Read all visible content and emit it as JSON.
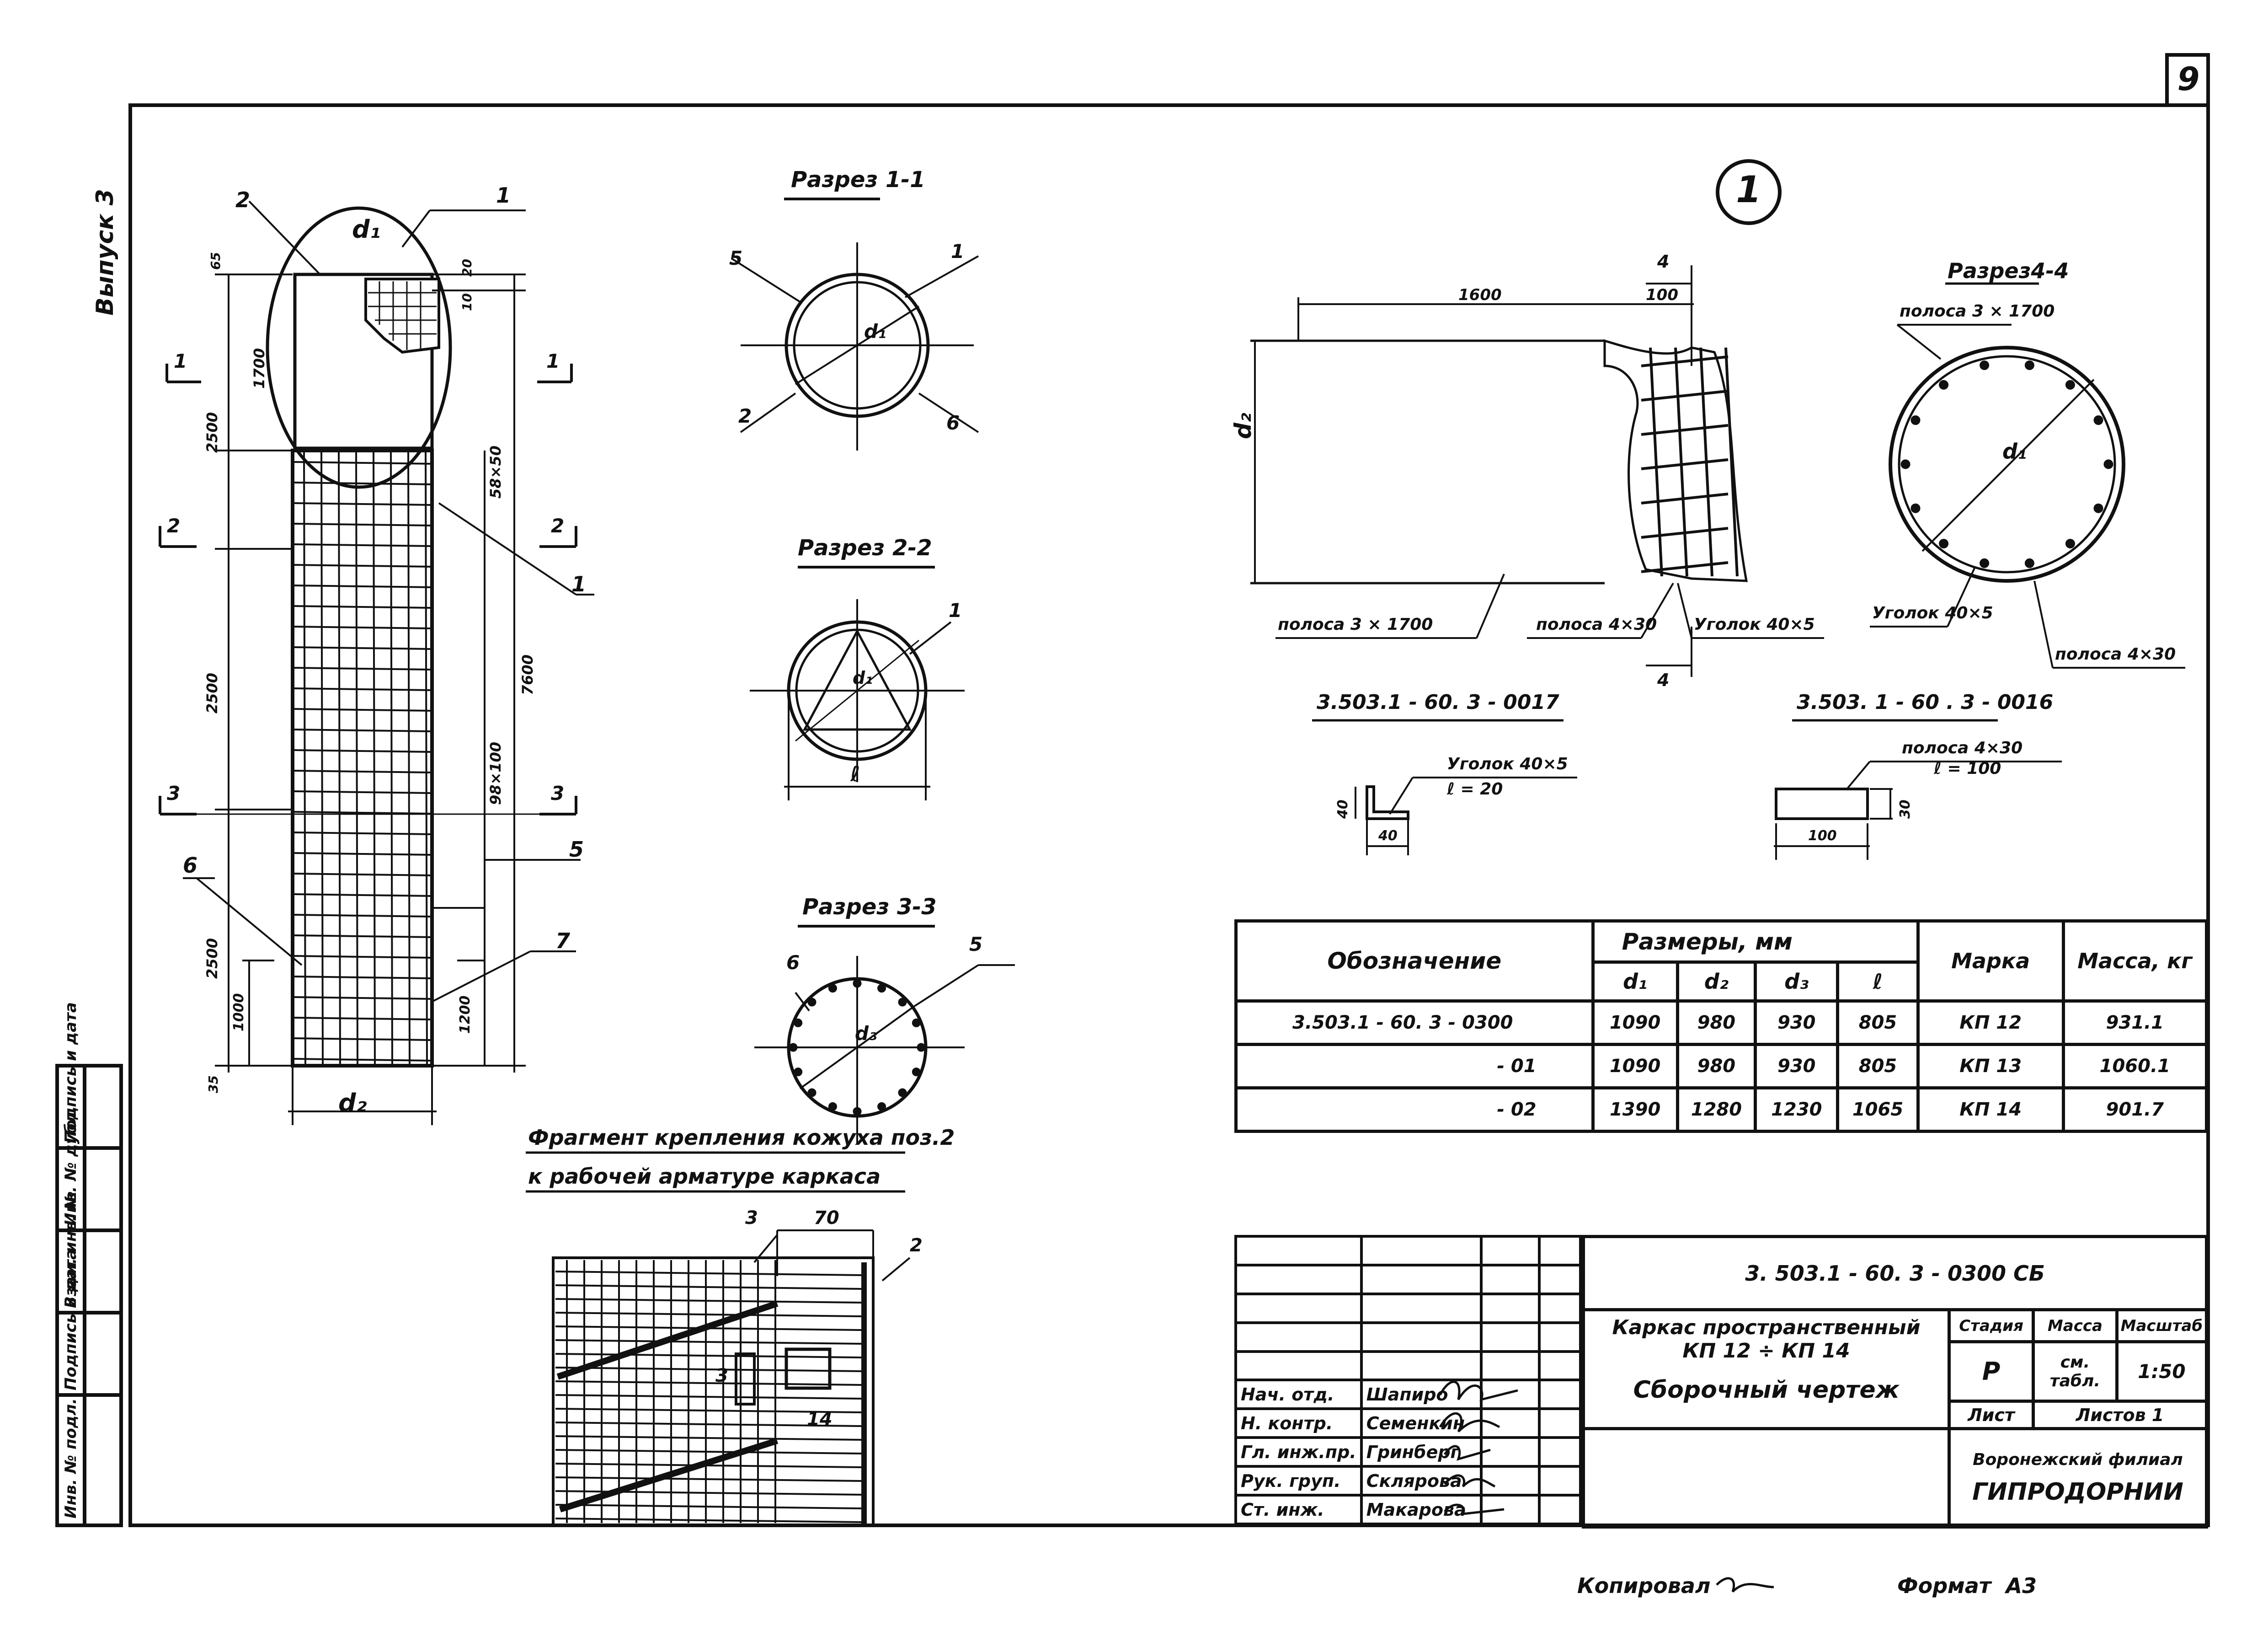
{
  "sheet": {
    "number": "9",
    "series_label": "Выпуск 3",
    "copied_by": "Копировал",
    "format_label": "Формат  А3",
    "node_marker": "1"
  },
  "side_stamp": [
    "Инв. № подл.",
    "Подпись и дата",
    "Взам. инв. №",
    "Инв. № дубл.",
    "Подпись и дата"
  ],
  "views": {
    "main": {
      "dims": [
        "1700",
        "2500",
        "2500",
        "2500",
        "1000",
        "7600",
        "58×50",
        "98×100",
        "1200",
        "35",
        "65",
        "20",
        "10"
      ],
      "diameter_labels": [
        "d₁",
        "d₂"
      ],
      "positions": [
        "1",
        "2",
        "1",
        "5",
        "6",
        "7"
      ],
      "section_marks": [
        "1",
        "1",
        "2",
        "2",
        "3",
        "3"
      ]
    },
    "section_1_1": {
      "title": "Разрез 1-1",
      "label": "d₁",
      "positions": [
        "5",
        "1",
        "2",
        "6"
      ]
    },
    "section_2_2": {
      "title": "Разрез 2-2",
      "label": "d₁",
      "ell": "ℓ",
      "positions": [
        "1"
      ]
    },
    "section_3_3": {
      "title": "Разрез 3-3",
      "label": "d₃",
      "positions": [
        "6",
        "5"
      ]
    },
    "fragment": {
      "title_line1": "Фрагмент крепления кожуха поз.2",
      "title_line2": "к рабочей арматуре каркаса",
      "dim": "70",
      "positions": [
        "3",
        "2",
        "3",
        "14"
      ]
    },
    "node": {
      "dims": [
        "1600",
        "100",
        "4",
        "4"
      ],
      "label": "d₂",
      "callouts": [
        "полоса  3 × 1700",
        "полоса 4×30",
        "Уголок 40×5"
      ]
    },
    "section_4_4": {
      "title": "Разрез4-4",
      "strip_top": "полоса  3 × 1700",
      "label": "d₁",
      "angle": "Уголок 40×5",
      "strip_bottom": "полоса 4×30"
    },
    "detail_0017": {
      "code": "3.503.1 - 60. 3 - 0017",
      "callout": "Уголок 40×5",
      "length": "ℓ = 20",
      "dim_h": "40",
      "dim_w": "40"
    },
    "detail_0016": {
      "code": "3.503. 1 - 60 . 3 - 0016",
      "callout": "полоса  4×30",
      "length": "ℓ = 100",
      "dim_h": "30",
      "dim_w": "100"
    }
  },
  "spec_table": {
    "header": {
      "designation": "Обозначение",
      "sizes": "Размеры,  мм",
      "mark": "Марка",
      "mass": "Масса, кг"
    },
    "sub": [
      "d₁",
      "d₂",
      "d₃",
      "ℓ"
    ],
    "rows": [
      {
        "code": "3.503.1 - 60. 3 - 0300",
        "d1": "1090",
        "d2": "980",
        "d3": "930",
        "l": "805",
        "mark": "КП 12",
        "mass": "931.1"
      },
      {
        "code": "- 01",
        "d1": "1090",
        "d2": "980",
        "d3": "930",
        "l": "805",
        "mark": "КП 13",
        "mass": "1060.1"
      },
      {
        "code": "- 02",
        "d1": "1390",
        "d2": "1280",
        "d3": "1230",
        "l": "1065",
        "mark": "КП 14",
        "mass": "901.7"
      }
    ]
  },
  "title_block": {
    "doc_code": "3. 503.1 - 60. 3 - 0300  СБ",
    "name_line1": "Каркас пространственный",
    "name_line2": "КП 12  ÷  КП 14",
    "name_line3": "Сборочный  чертеж",
    "stage_label": "Стадия",
    "mass_label": "Масса",
    "scale_label": "Масштаб",
    "stage": "Р",
    "mass": "см. табл.",
    "scale": "1:50",
    "sheet_label": "Лист",
    "sheets_label": "Листов 1",
    "org_line1": "Воронежский филиал",
    "org_line2": "ГИПРОДОРНИИ",
    "people": [
      {
        "role": "Нач. отд.",
        "name": "Шапиро"
      },
      {
        "role": "Н. контр.",
        "name": "Семенкин"
      },
      {
        "role": "Гл. инж.пр.",
        "name": "Гринберг"
      },
      {
        "role": "Рук. груп.",
        "name": "Склярова"
      },
      {
        "role": "Ст. инж.",
        "name": "Макарова"
      }
    ]
  }
}
